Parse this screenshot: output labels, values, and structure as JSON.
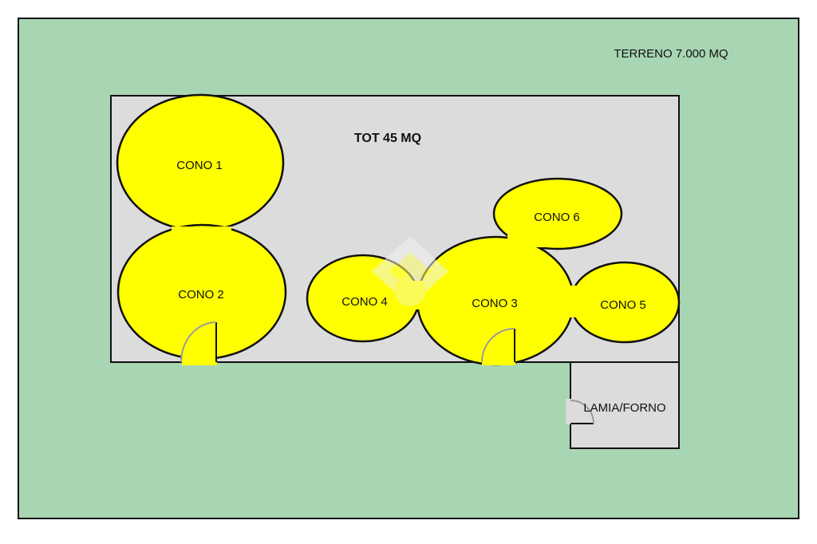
{
  "colors": {
    "land": "#a8d5b2",
    "floor": "#dcdcdc",
    "cone_fill": "#ffff00",
    "outline": "#111111",
    "door": "#9a9a9a",
    "watermark": "#f2f2f2"
  },
  "labels": {
    "terrain": "TERRENO 7.000 MQ",
    "total_area": "TOT 45 MQ",
    "cono1": "CONO 1",
    "cono2": "CONO 2",
    "cono3": "CONO 3",
    "cono4": "CONO 4",
    "cono5": "CONO 5",
    "cono6": "CONO 6",
    "annex": "LAMIA/FORNO"
  },
  "icons": {
    "watermark": "house-logo-icon",
    "door": "door-swing-icon"
  }
}
